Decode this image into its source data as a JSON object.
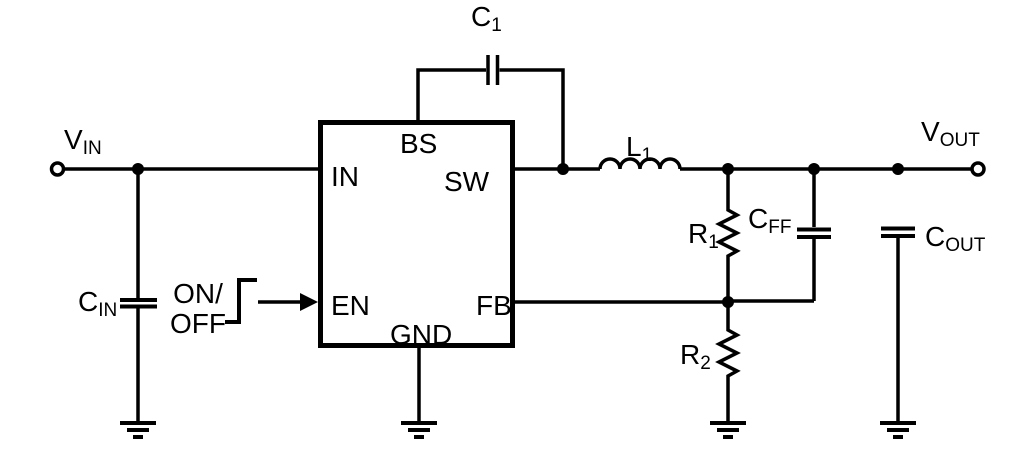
{
  "colors": {
    "stroke": "#000000",
    "background": "#ffffff",
    "text": "#000000"
  },
  "terminals": {
    "vin": {
      "main": "V",
      "sub": "IN"
    },
    "vout": {
      "main": "V",
      "sub": "OUT"
    }
  },
  "components": {
    "cin": {
      "main": "C",
      "sub": "IN"
    },
    "c1": {
      "main": "C",
      "sub": "1"
    },
    "l1": {
      "main": "L",
      "sub": "1"
    },
    "r1": {
      "main": "R",
      "sub": "1"
    },
    "r2": {
      "main": "R",
      "sub": "2"
    },
    "cff": {
      "main": "C",
      "sub": "FF"
    },
    "cout": {
      "main": "C",
      "sub": "OUT"
    }
  },
  "ic": {
    "pins": {
      "in": "IN",
      "bs": "BS",
      "sw": "SW",
      "en": "EN",
      "fb": "FB",
      "gnd": "GND"
    }
  },
  "control": {
    "line1": "ON/",
    "line2": "OFF"
  }
}
